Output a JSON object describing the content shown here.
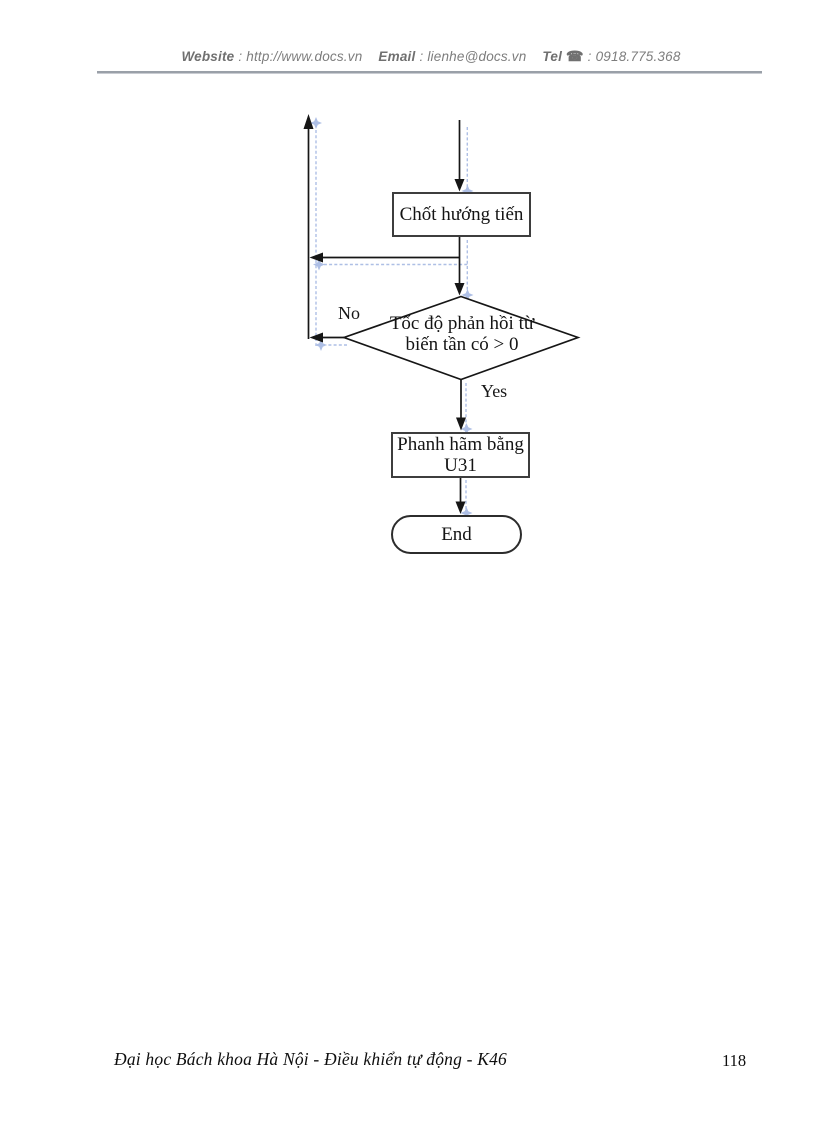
{
  "header": {
    "website_label": "Website",
    "website_value": ": http://www.docs.vn",
    "email_label": "Email",
    "email_value": ": lienhe@docs.vn",
    "tel_label": "Tel",
    "phone_icon": "☎",
    "tel_value": ": 0918.775.368"
  },
  "flowchart": {
    "start_process": "Chốt hướng tiến",
    "decision": {
      "line1": "Tốc độ phản hồi từ",
      "line2": "biến tần có > 0"
    },
    "branch_no": "No",
    "branch_yes": "Yes",
    "process2": {
      "line1": "Phanh hãm bằng",
      "line2": "U31"
    },
    "terminator": "End",
    "colors": {
      "line": "#161616",
      "ghost": "#aebfe5",
      "box-border": "#3d3d3d"
    }
  },
  "footer": {
    "text": "Đại học Bách khoa Hà Nội - Điều khiển tự động - K46",
    "page_number": "118"
  }
}
